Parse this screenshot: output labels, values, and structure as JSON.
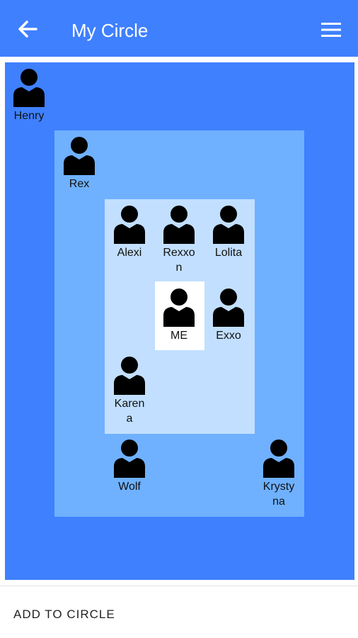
{
  "header": {
    "title": "My Circle",
    "back_icon": "arrow-left-icon",
    "menu_icon": "hamburger-menu-icon"
  },
  "colors": {
    "header": "#3f80ff",
    "outer_ring": "#3f80ff",
    "middle_ring": "#6fb1ff",
    "inner_ring": "#c2dfff",
    "me_tile": "#ffffff"
  },
  "circle": {
    "outer": [
      {
        "name": "Henry"
      }
    ],
    "middle": [
      {
        "name": "Rex"
      },
      {
        "name": "Wolf"
      },
      {
        "name": "Krystyna"
      }
    ],
    "inner": [
      {
        "name": "Alexi"
      },
      {
        "name": "Rexxon"
      },
      {
        "name": "Lolita"
      },
      {
        "name": "Exxo"
      },
      {
        "name": "Karena"
      }
    ],
    "me": {
      "name": "ME"
    }
  },
  "footer": {
    "add_label": "ADD TO CIRCLE"
  }
}
